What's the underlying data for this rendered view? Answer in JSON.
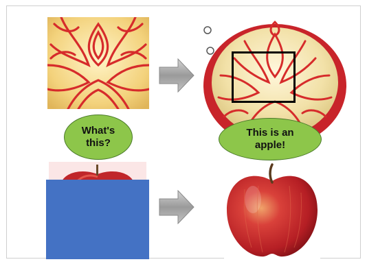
{
  "bubbles": {
    "question_line1": "What's",
    "question_line2": "this?",
    "answer_line1": "This is an",
    "answer_line2": "apple!"
  },
  "colors": {
    "bubble_fill": "#8dc64a",
    "bubble_stroke": "#4a7a2a",
    "arrow_fill": "#a8a8a8",
    "occluder": "#4472c4",
    "box_stroke": "#000000",
    "carving_red": "#d62b2b",
    "apple_red": "#c0262a"
  },
  "icons": {
    "arrow_top": "right-arrow",
    "arrow_bottom": "right-arrow"
  }
}
